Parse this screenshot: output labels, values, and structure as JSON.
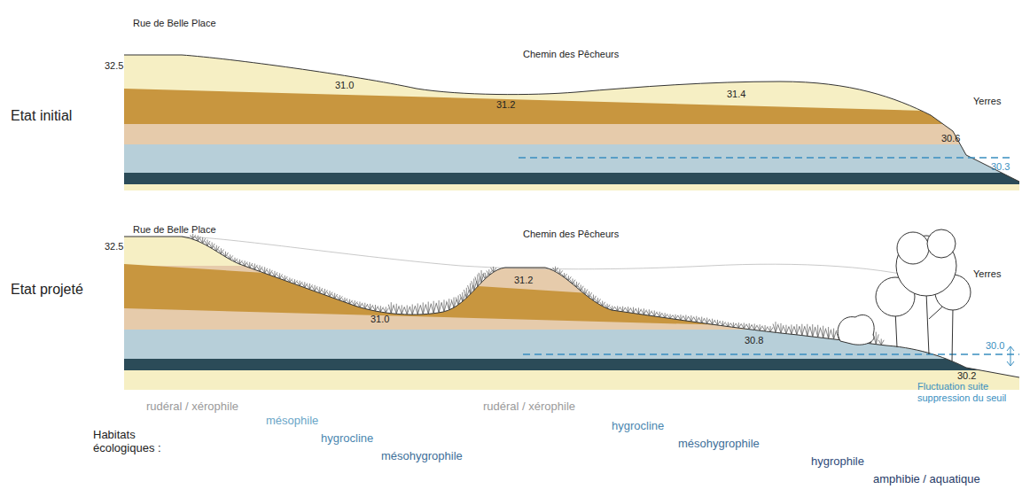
{
  "diagram": {
    "labels": [
      "Rue de Belle Place",
      "32.5",
      "31.0",
      "Chemin des Pêcheurs",
      "31.2",
      "31.4",
      "Yerres",
      "30.6",
      "30.3",
      "Etat initial",
      "Etat projeté",
      "Rue de Belle Place",
      "32.5",
      "Chemin des Pêcheurs",
      "31.2",
      "31.0",
      "30.8",
      "30.2",
      "Yerres",
      "30.0",
      "Fluctuation suite suppression du seuil",
      "rudéral / xérophile",
      "mésophile",
      "hygrocline",
      "mésohygrophile",
      "rudéral / xérophile",
      "hygrocline",
      "mésohygrophile",
      "hygrophile",
      "amphibie / aquatique",
      "Habitats écologiques :"
    ]
  }
}
